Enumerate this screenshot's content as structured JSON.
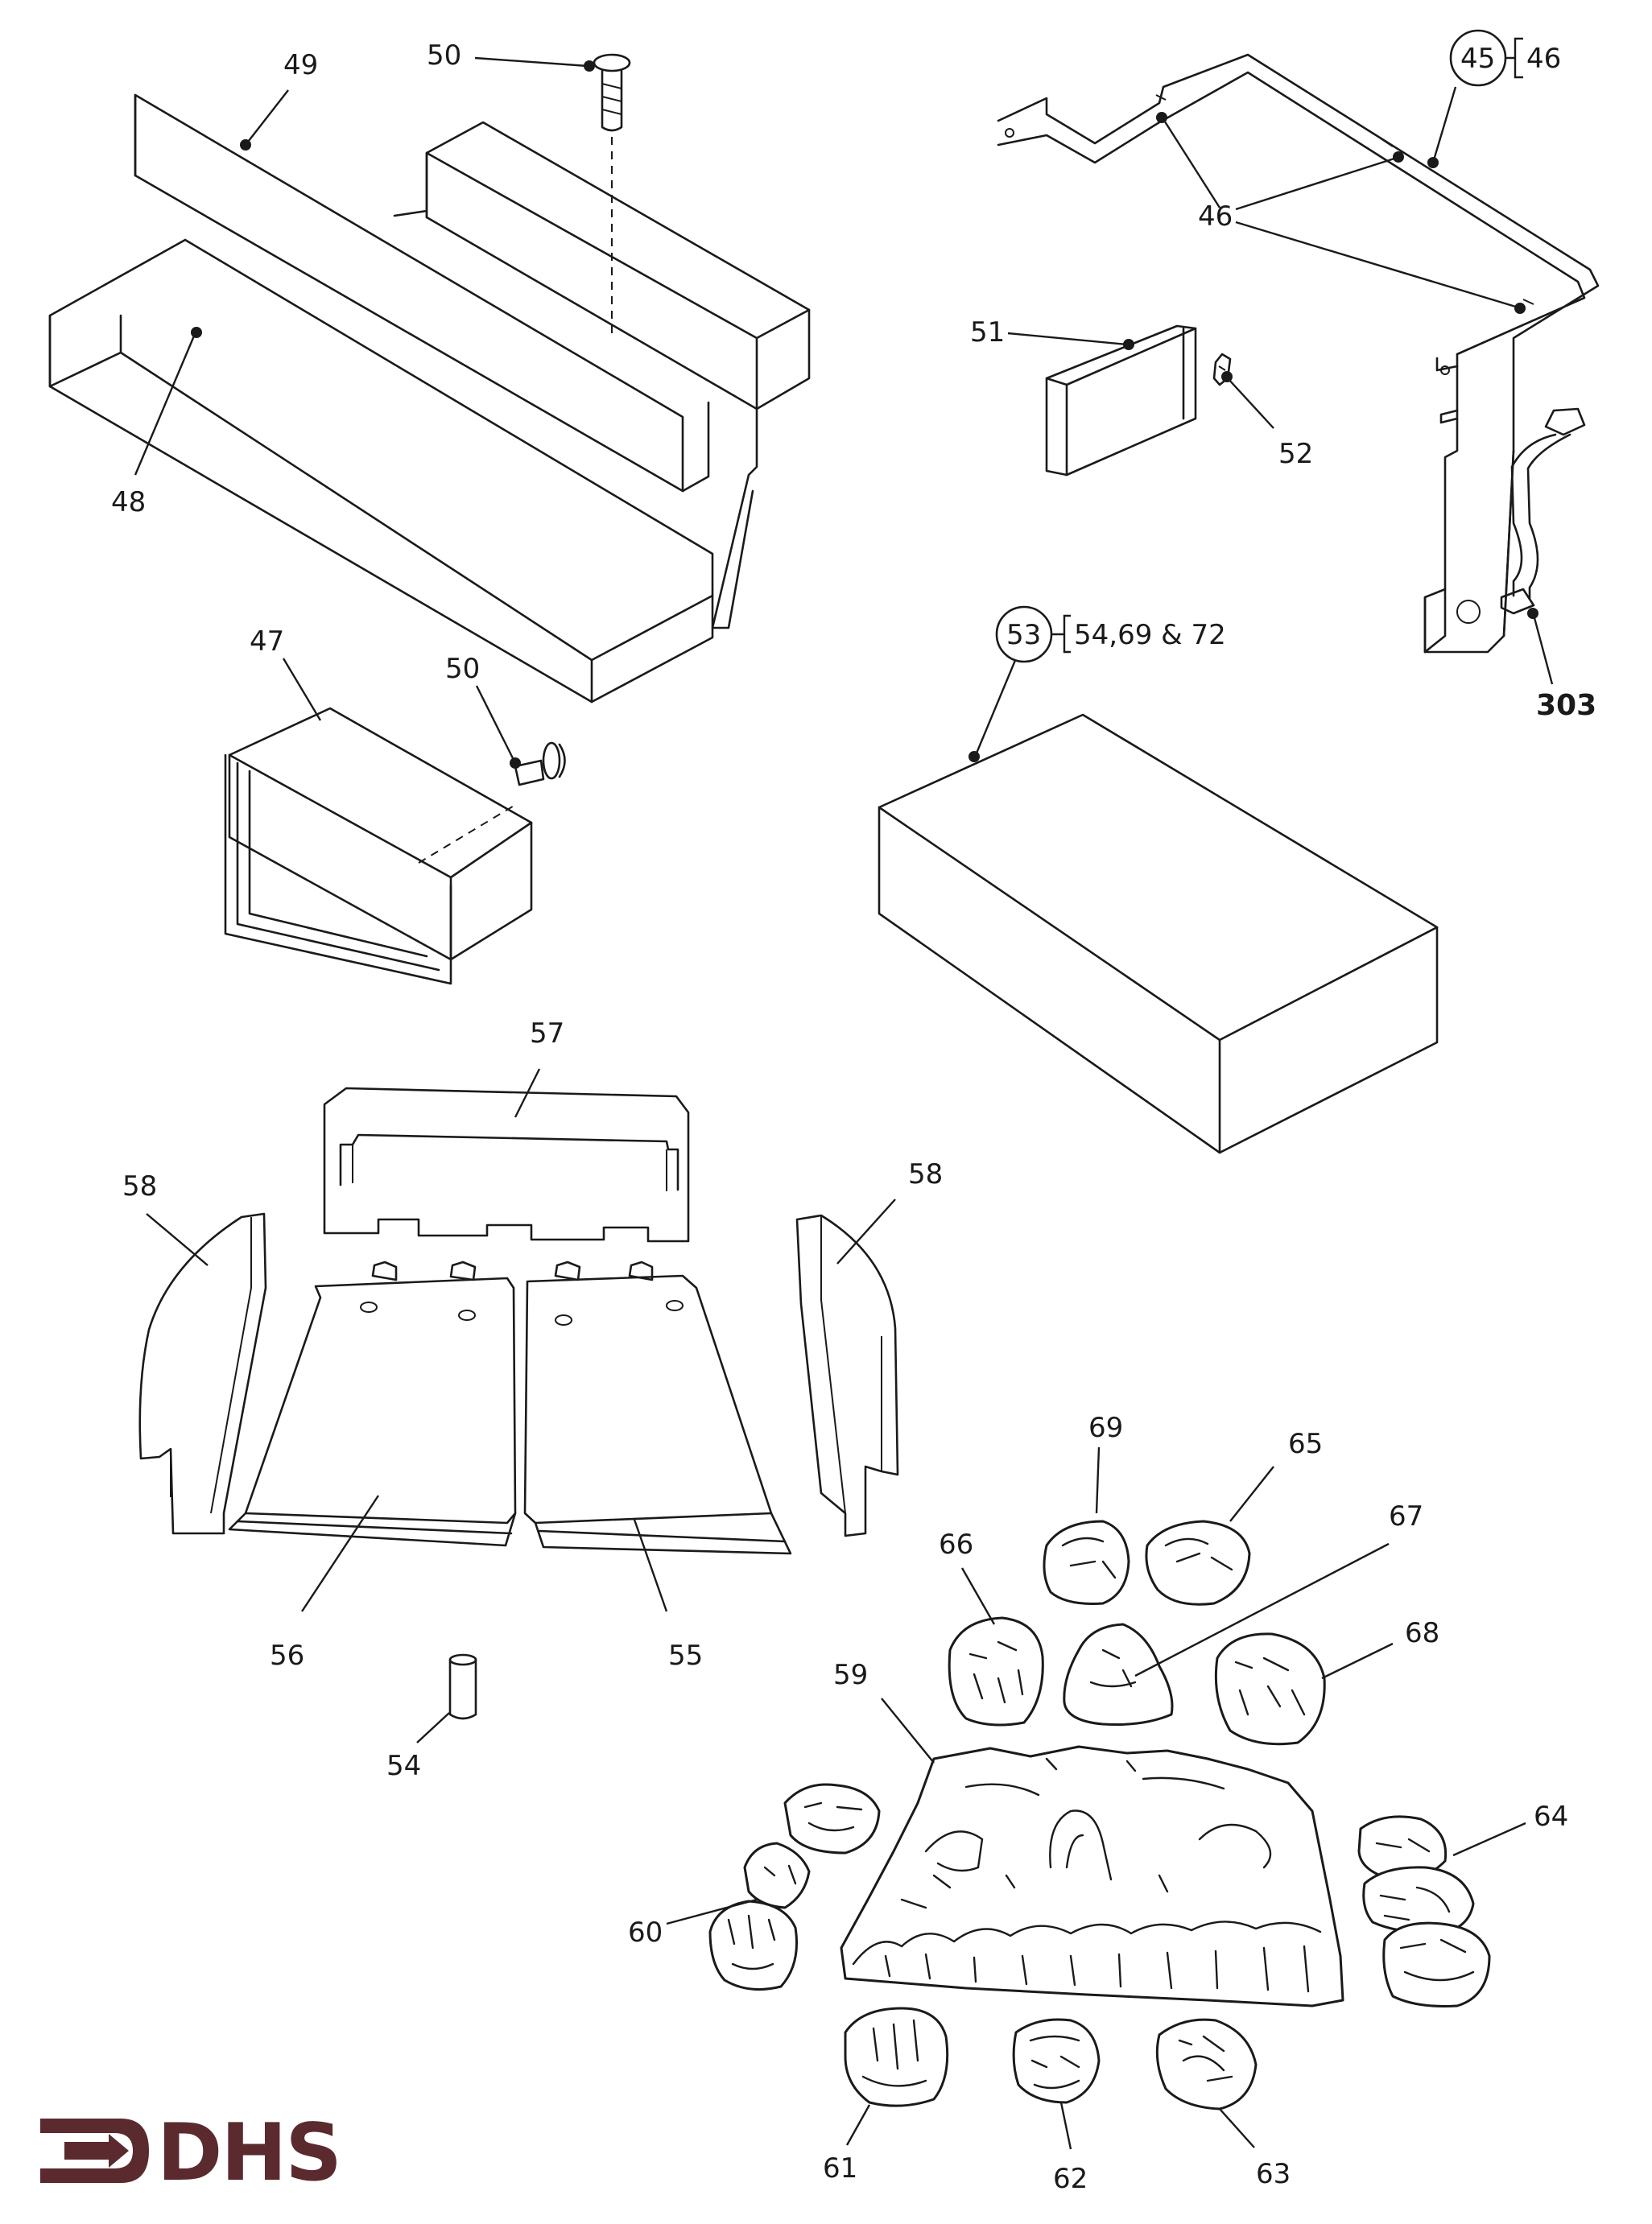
{
  "labels": {
    "l45": "45",
    "l46_bracket": "46",
    "l46": "46",
    "l47": "47",
    "l48": "48",
    "l49": "49",
    "l50a": "50",
    "l50b": "50",
    "l51": "51",
    "l52": "52",
    "l53": "53",
    "l53_bracket": "54,69 & 72",
    "l54": "54",
    "l55": "55",
    "l56": "56",
    "l57": "57",
    "l58a": "58",
    "l58b": "58",
    "l59": "59",
    "l60": "60",
    "l61": "61",
    "l62": "62",
    "l63": "63",
    "l64": "64",
    "l65": "65",
    "l66": "66",
    "l67": "67",
    "l68": "68",
    "l69": "69",
    "l303": "303"
  },
  "logo": {
    "text": "DHS",
    "color": "#5a2a2e"
  }
}
